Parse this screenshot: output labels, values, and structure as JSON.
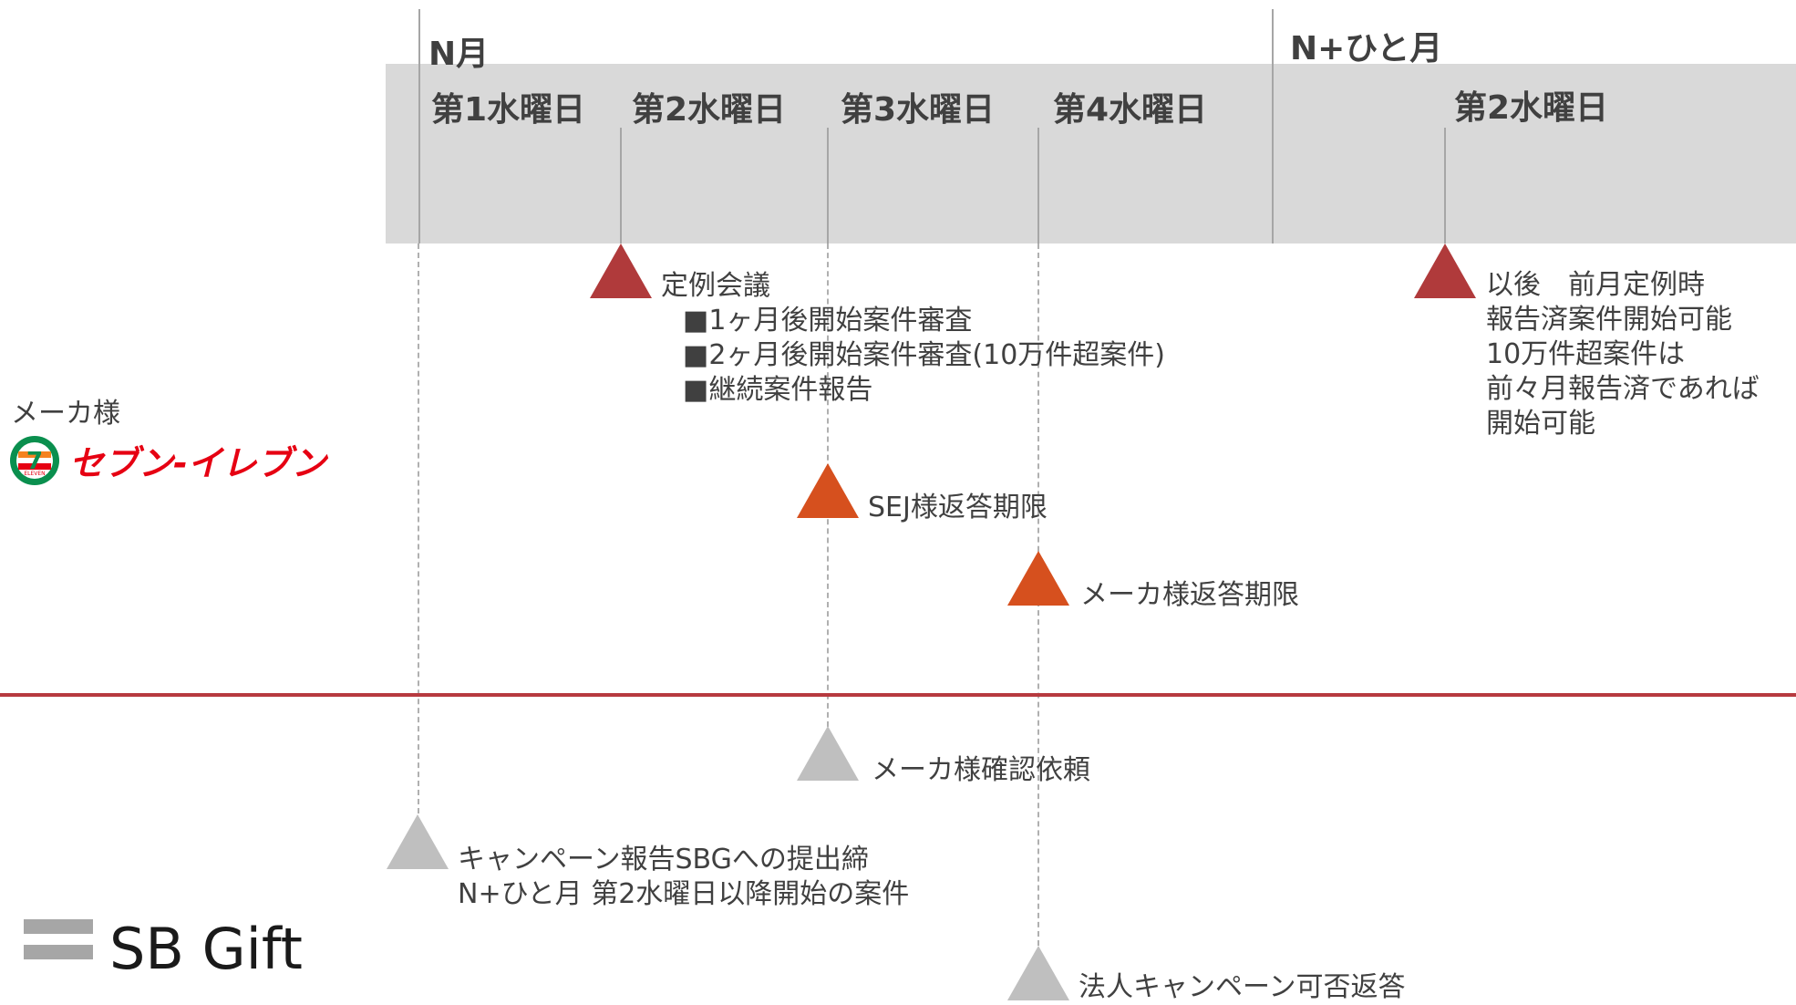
{
  "header": {
    "month_n": "N月",
    "month_n1": "N+ひと月",
    "days": [
      "第1水曜日",
      "第2水曜日",
      "第3水曜日",
      "第4水曜日"
    ],
    "next_day": "第2水曜日"
  },
  "maker": {
    "label": "メーカ様",
    "logo_text": "セブン-イレブン",
    "logo_badge": "ELEVEN"
  },
  "events_top": [
    {
      "title": "定例会議",
      "items": [
        "■1ヶ月後開始案件審査",
        "■2ヶ月後開始案件審査(10万件超案件)",
        "■継続案件報告"
      ],
      "color": "#b03a3b"
    },
    {
      "lines": [
        "以後　前月定例時",
        "報告済案件開始可能",
        "10万件超案件は",
        "前々月報告済であれば",
        "開始可能"
      ],
      "color": "#b03a3b"
    },
    {
      "title": "SEJ様返答期限",
      "color": "#d6501e"
    },
    {
      "title": "メーカ様返答期限",
      "color": "#d6501e"
    }
  ],
  "events_bottom": [
    {
      "title": "メーカ様確認依頼",
      "color": "#bfbfbf"
    },
    {
      "lines": [
        "キャンペーン報告SBGへの提出締",
        "N+ひと月 第2水曜日以降開始の案件"
      ],
      "color": "#bfbfbf"
    },
    {
      "title": "法人キャンペーン可否返答",
      "color": "#bfbfbf"
    }
  ],
  "sbgift": {
    "logo_text": "SB Gift"
  },
  "colors": {
    "divider": "#b73a3f",
    "band": "#d9d9d9",
    "red": "#b03a3b",
    "orange": "#d6501e",
    "grey": "#bfbfbf"
  }
}
